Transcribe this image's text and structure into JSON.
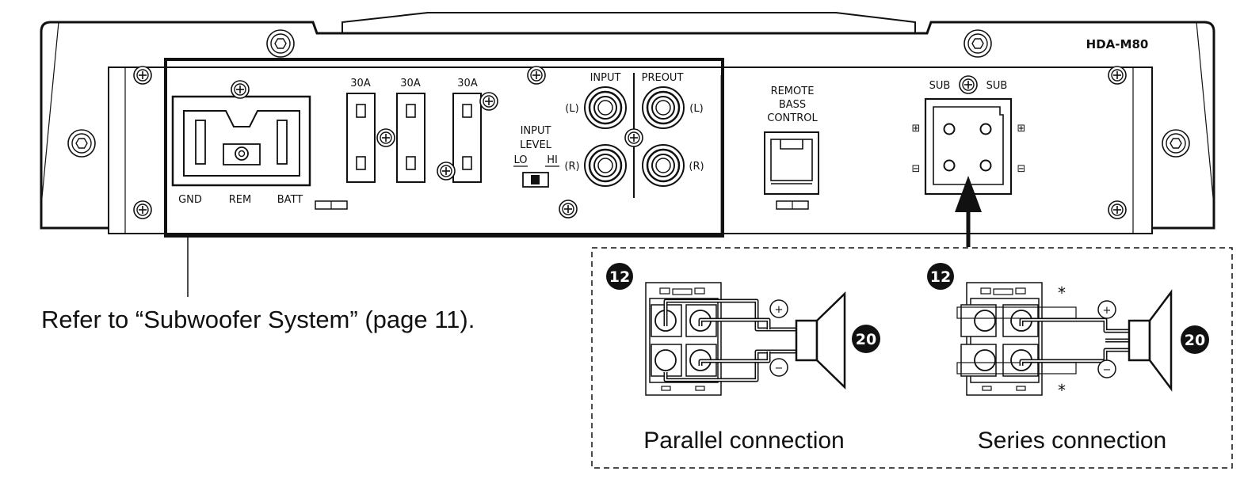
{
  "model": "HDA-M80",
  "power_terminal": {
    "gnd": "GND",
    "rem": "REM",
    "batt": "BATT"
  },
  "fuses": [
    "30A",
    "30A",
    "30A"
  ],
  "input_level": {
    "title_line1": "INPUT",
    "title_line2": "LEVEL",
    "lo": "LO",
    "hi": "HI"
  },
  "rca": {
    "input": "INPUT",
    "preout": "PREOUT",
    "l": "(L)",
    "r": "(R)"
  },
  "remote": {
    "line1": "REMOTE",
    "line2": "BASS",
    "line3": "CONTROL"
  },
  "sub": {
    "left": "SUB",
    "right": "SUB",
    "plus": "⊞",
    "minus": "⊟"
  },
  "refer_text": "Refer to “Subwoofer System” (page 11).",
  "connections": {
    "badge_connector": "12",
    "badge_speaker": "20",
    "plus": "+",
    "minus": "−",
    "asterisk": "*",
    "parallel_label": "Parallel connection",
    "series_label": "Series connection"
  }
}
